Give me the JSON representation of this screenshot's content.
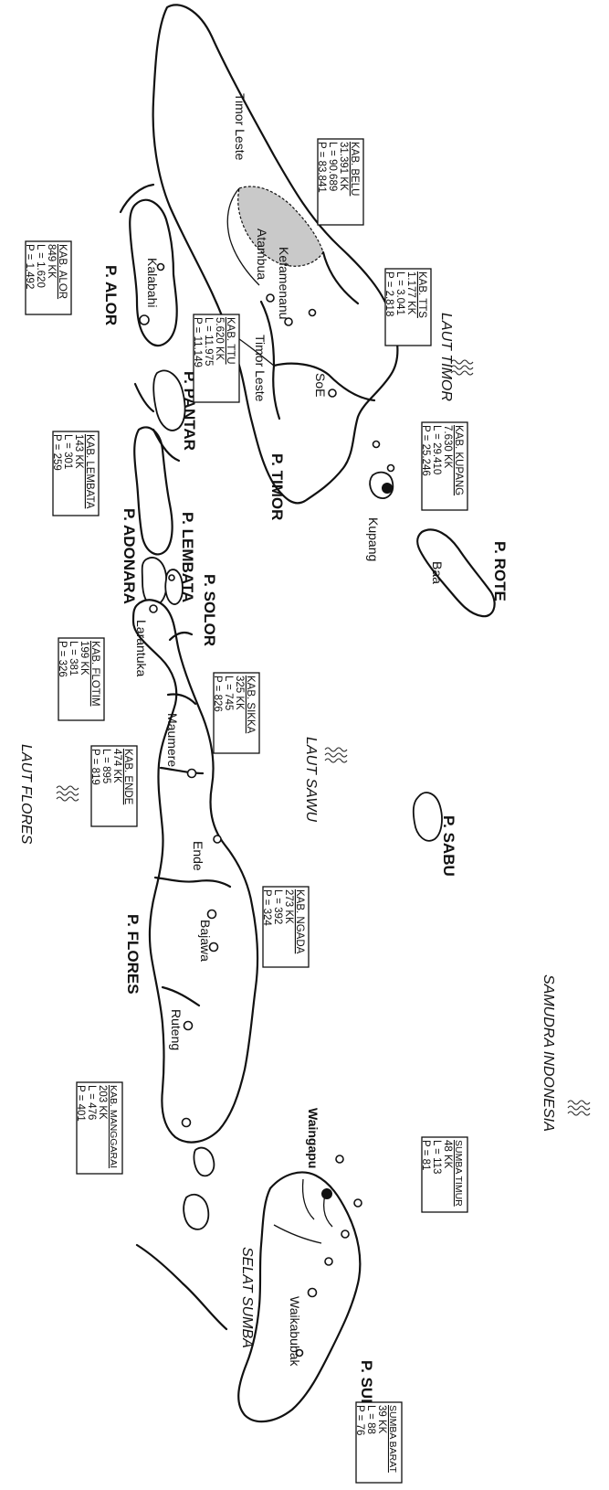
{
  "islands": {
    "alor": "P. ALOR",
    "pantar": "P. PANTAR",
    "adonara": "P. ADONARA",
    "lembata": "P. LEMBATA",
    "solor": "P. SOLOR",
    "timor": "P. TIMOR",
    "rote": "P. ROTE",
    "flores": "P. FLORES",
    "sabu": "P. SABU",
    "sumba": "P. SUMBA"
  },
  "seas": {
    "flores": "LAUT FLORES",
    "sawu": "LAUT SAWU",
    "timor": "LAUT TIMOR",
    "samudra": "SAMUDRA INDONESIA",
    "selat_sumba": "SELAT SUMBA"
  },
  "places": {
    "timor_leste_north": "Timor Leste",
    "timor_leste_south": "Timor Leste",
    "atambua": "Atambua",
    "kefamenanu": "Kefamenanu",
    "soe": "SoE",
    "kupang": "Kupang",
    "baa": "Baa",
    "kalabahi": "Kalabahi",
    "larantuka": "Larantuka",
    "maumere": "Maumere",
    "ende": "Ende",
    "bajawa": "Bajawa",
    "ruteng": "Ruteng",
    "waingapu": "Waingapu",
    "waikabubak": "Waikabubak"
  },
  "regencies": {
    "belu": {
      "name": "KAB. BELU",
      "kk": "31.391 KK",
      "l": "L = 90.689",
      "p": "P = 83.841"
    },
    "alor": {
      "name": "KAB. ALOR",
      "kk": "849 KK",
      "l": "L = 1.620",
      "p": "P = 1.492"
    },
    "ttu": {
      "name": "KAB. TTU",
      "kk": "5.620 KK",
      "l": "L = 11.975",
      "p": "P = 11.149"
    },
    "tts": {
      "name": "KAB. TTS",
      "kk": "1.177 KK",
      "l": "L = 3.041",
      "p": "P = 2.818"
    },
    "lembata": {
      "name": "KAB. LEMBATA",
      "kk": "143 KK",
      "l": "L = 301",
      "p": "P = 259"
    },
    "kupang": {
      "name": "KAB. KUPANG",
      "kk": "7.630 KK",
      "l": "L = 29.410",
      "p": "P = 25.246"
    },
    "flotim": {
      "name": "KAB. FLOTIM",
      "kk": "199 KK",
      "l": "L = 381",
      "p": "P = 326"
    },
    "sikka": {
      "name": "KAB. SIKKA",
      "kk": "325 KK",
      "l": "L = 745",
      "p": "P = 826"
    },
    "ende": {
      "name": "KAB. ENDE",
      "kk": "474 KK",
      "l": "L = 895",
      "p": "P = 819"
    },
    "ngada": {
      "name": "KAB. NGADA",
      "kk": "273 KK",
      "l": "L = 392",
      "p": "P = 324"
    },
    "manggarai": {
      "name": "KAB. MANGGARAI",
      "kk": "203 KK",
      "l": "L = 476",
      "p": "P = 401"
    },
    "sumba_timur": {
      "name": "SUMBA TIMUR",
      "kk": "48 KK",
      "l": "L = 113",
      "p": "P = 81"
    },
    "sumba_barat": {
      "name": "SUMBA BARAT",
      "kk": "39 KK",
      "l": "L = 88",
      "p": "P = 76"
    }
  }
}
